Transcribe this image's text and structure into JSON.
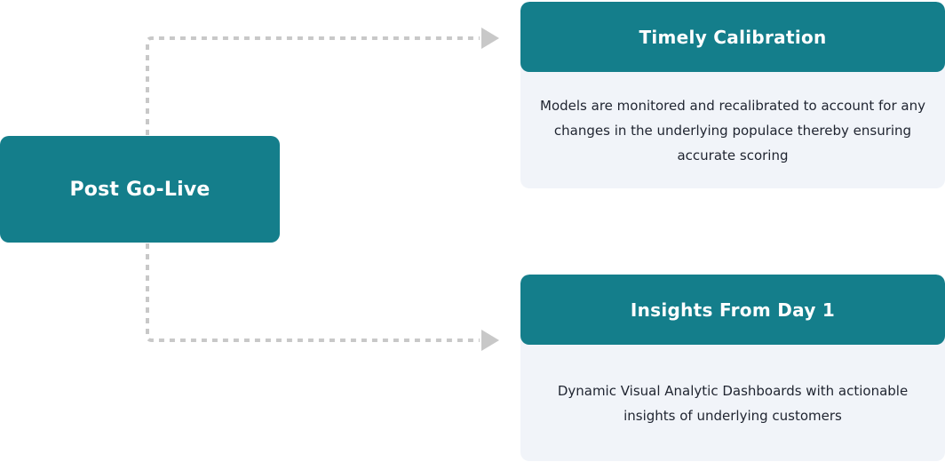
{
  "source": {
    "label": "Post Go-Live"
  },
  "branches": [
    {
      "title": "Timely Calibration",
      "description": "Models are monitored and recalibrated to account for any changes in the underlying populace thereby ensuring accurate scoring"
    },
    {
      "title": "Insights From Day 1",
      "description": "Dynamic Visual Analytic Dashboards with actionable insights of underlying customers"
    }
  ],
  "colors": {
    "accent": "#147e8b",
    "card_background": "#f1f4f9",
    "connector": "#c8c8c8",
    "text": "#1f2430"
  }
}
